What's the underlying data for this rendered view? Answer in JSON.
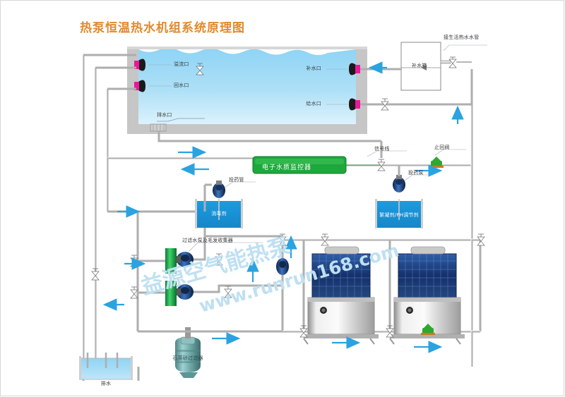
{
  "meta": {
    "title": "热泵恒温热水机组系统原理图",
    "title_color": "#E08A2E",
    "bg": "#ffffff"
  },
  "watermark": {
    "line1": "益源空气能热泵",
    "line2": "www.runrun168.com",
    "color": "#BFE0F2"
  },
  "pool": {
    "name": "swimming-pool",
    "water_top_color": "#8FD4F5",
    "water_bottom_color": "#D9F0FB",
    "wall_color": "#BFBFBF",
    "ports": [
      {
        "id": "overflow",
        "label": "溢流口"
      },
      {
        "id": "return",
        "label": "回水口"
      },
      {
        "id": "makeup",
        "label": "补水口"
      },
      {
        "id": "supply",
        "label": "给水口"
      },
      {
        "id": "drain",
        "label": "排水口"
      }
    ]
  },
  "makeup_tank": {
    "label": "补水箱",
    "pipe_label": "接生活热水水管"
  },
  "controller": {
    "label": "电子水质监控器",
    "color": "#1EA83C",
    "signal_label": "信号线"
  },
  "chem_left": {
    "tank_label": "消毒剂",
    "pipe_label": "投药管",
    "color": "#1C9BE0"
  },
  "chem_right": {
    "tank_label": "絮凝剂/PH调节剂",
    "pump_label": "投药泵",
    "color": "#1C9BE0"
  },
  "filters": {
    "label": "过滤水泵及毛发收集器",
    "body_color": "#17A84A",
    "pump_color": "#1B3A6B",
    "count": 2
  },
  "sand_filter": {
    "label": "石英砂过滤器",
    "color": "#6FA8A8"
  },
  "drain_basin": {
    "label": "排水",
    "water_color": "#8FD4F5"
  },
  "heat_pumps": {
    "count": 2,
    "coil_color": "#1B3C7A",
    "cabinet_color": "#D9D9D9"
  },
  "valves": {
    "check_valve_label": "止回阀",
    "check_valve_color": "#2FA82F",
    "gate_color": "#8a8a8a"
  },
  "flow": {
    "arrow_color": "#2AA3E0"
  }
}
